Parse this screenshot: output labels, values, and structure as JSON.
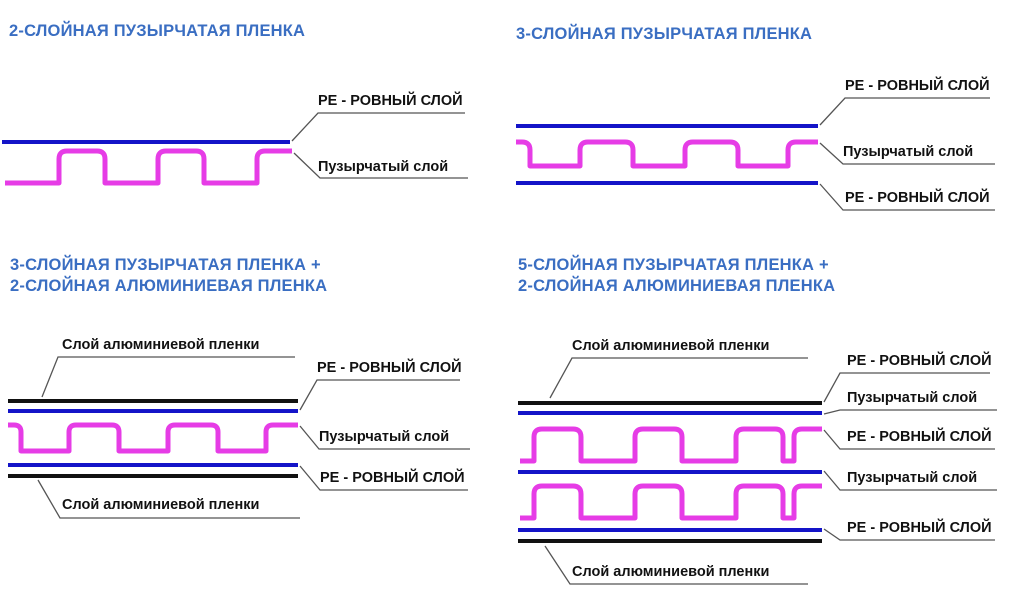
{
  "colors": {
    "title": "#3a6ec2",
    "pe_layer": "#1414c8",
    "bubble_layer": "#e63ce6",
    "aluminium_layer": "#111111",
    "leader": "#555555",
    "label": "#111111"
  },
  "panels": [
    {
      "title_lines": [
        "2-СЛОЙНАЯ ПУЗЫРЧАТАЯ ПЛЕНКА"
      ],
      "labels": [
        "PE - РОВНЫЙ СЛОЙ",
        "Пузырчатый слой"
      ]
    },
    {
      "title_lines": [
        "3-СЛОЙНАЯ ПУЗЫРЧАТАЯ ПЛЕНКА"
      ],
      "labels": [
        "PE - РОВНЫЙ СЛОЙ",
        "Пузырчатый слой",
        "PE - РОВНЫЙ СЛОЙ"
      ]
    },
    {
      "title_lines": [
        "3-СЛОЙНАЯ ПУЗЫРЧАТАЯ ПЛЕНКА +",
        "2-СЛОЙНАЯ АЛЮМИНИЕВАЯ ПЛЕНКА"
      ],
      "labels": [
        "Слой алюминиевой пленки",
        "PE - РОВНЫЙ СЛОЙ",
        "Пузырчатый слой",
        "PE - РОВНЫЙ СЛОЙ",
        "Слой алюминиевой пленки"
      ]
    },
    {
      "title_lines": [
        "5-СЛОЙНАЯ ПУЗЫРЧАТАЯ ПЛЕНКА +",
        "2-СЛОЙНАЯ АЛЮМИНИЕВАЯ ПЛЕНКА"
      ],
      "labels": [
        "Слой алюминиевой пленки",
        "PE - РОВНЫЙ СЛОЙ",
        "Пузырчатый слой",
        "PE - РОВНЫЙ СЛОЙ",
        "Пузырчатый слой",
        "PE - РОВНЫЙ СЛОЙ",
        "Слой алюминиевой пленки"
      ]
    }
  ]
}
